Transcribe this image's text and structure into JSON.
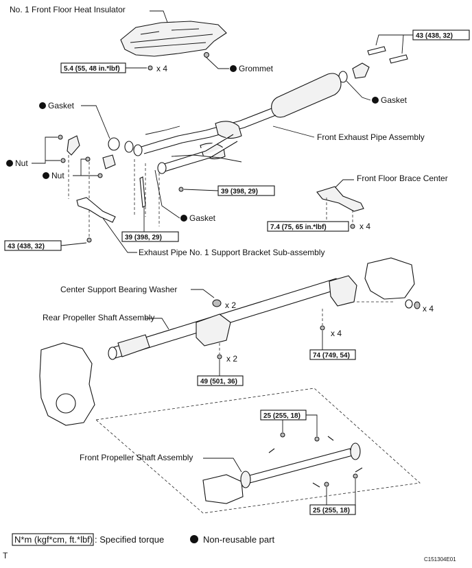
{
  "labels": {
    "heat_insulator": "No. 1 Front Floor Heat Insulator",
    "grommet": "Grommet",
    "gasket_top_right": "Gasket",
    "gasket_left": "Gasket",
    "nut_1": "Nut",
    "nut_2": "Nut",
    "front_exhaust": "Front Exhaust Pipe Assembly",
    "brace_center": "Front Floor Brace Center",
    "gasket_mid": "Gasket",
    "support_bracket": "Exhaust Pipe No. 1 Support Bracket Sub-assembly",
    "washer": "Center Support Bearing Washer",
    "rear_shaft": "Rear Propeller Shaft Assembly",
    "front_shaft": "Front Propeller Shaft Assembly"
  },
  "torques": {
    "t_insulator": "5.4 (55, 48 in.*lbf)",
    "t_top_right": "43 (438, 32)",
    "t_mid_right": "39 (398, 29)",
    "t_mid_center": "39 (398, 29)",
    "t_brace": "7.4 (75, 65 in.*lbf)",
    "t_bracket": "43 (438, 32)",
    "t_rear_right": "74 (749, 54)",
    "t_rear_center": "49 (501, 36)",
    "t_front_top": "25 (255, 18)",
    "t_front_bottom": "25 (255, 18)"
  },
  "multipliers": {
    "m_insulator": "x 4",
    "m_brace": "x 4",
    "m_washer": "x 2",
    "m_rear_right": "x 4",
    "m_rear_center": "x 2",
    "m_far_right": "x 4"
  },
  "legend": {
    "torque_key": "N*m (kgf*cm, ft.*lbf)",
    "torque_desc": ": Specified torque",
    "nonreusable_desc": "Non-reusable part"
  },
  "footer": {
    "left": "T",
    "right": "C151304E01"
  },
  "icons": [
    "non-reusable-dot-icon"
  ]
}
